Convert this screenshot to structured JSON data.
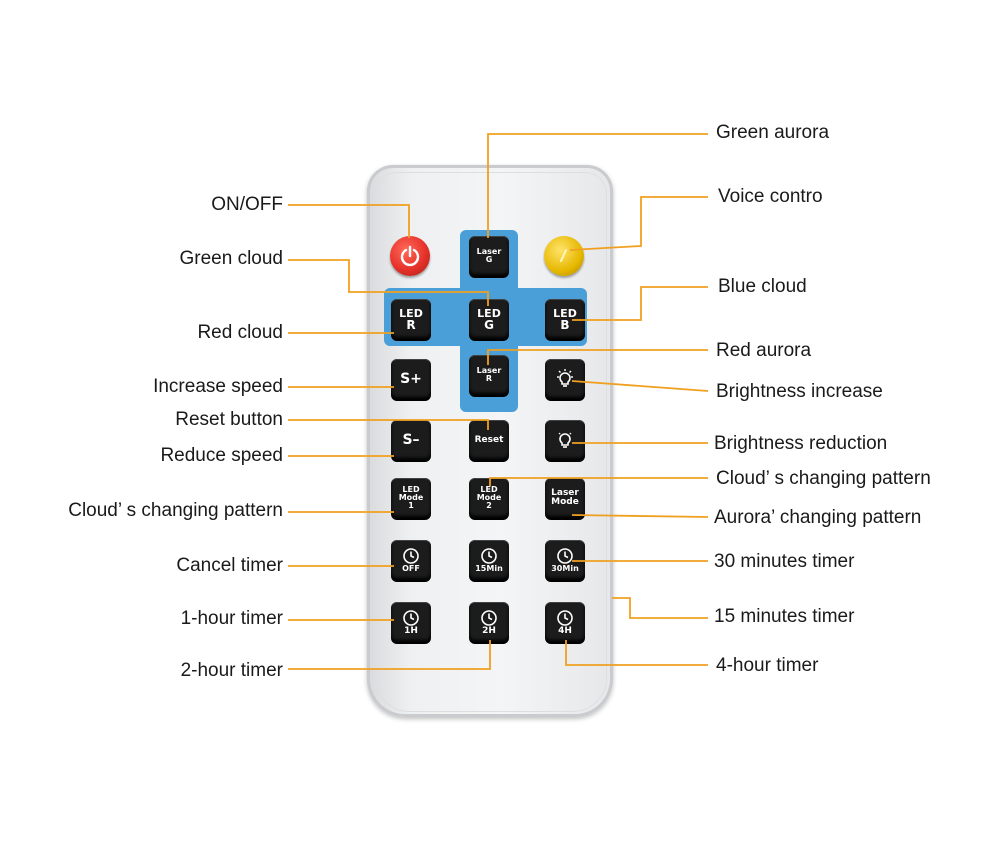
{
  "colors": {
    "leader_line": "#f0a020",
    "dpad": "#4a9fd8",
    "key": "#1c1c1c",
    "onoff": "#e6322a",
    "voice": "#e6b800"
  },
  "keys": {
    "laser_g": [
      "Laser",
      "G"
    ],
    "led_r": [
      "LED",
      "R"
    ],
    "led_g": [
      "LED",
      "G"
    ],
    "led_b": [
      "LED",
      "B"
    ],
    "s_plus": "S+",
    "laser_r": [
      "Laser",
      "R"
    ],
    "s_minus": "S–",
    "reset": "Reset",
    "led_mode1": [
      "LED",
      "Mode",
      "1"
    ],
    "led_mode2": [
      "LED",
      "Mode",
      "2"
    ],
    "laser_mode": [
      "Laser",
      "Mode"
    ],
    "timer_off": "OFF",
    "timer_15": "15Min",
    "timer_30": "30Min",
    "timer_1h": "1H",
    "timer_2h": "2H",
    "timer_4h": "4H",
    "icons": {
      "onoff": "power-icon",
      "voice": "voice-icon",
      "bright_up": "bulb-bright-icon",
      "bright_down": "bulb-dim-icon",
      "timer": "clock-icon"
    }
  },
  "labels_left": {
    "on_off": "ON/OFF",
    "green_cloud": "Green cloud",
    "red_cloud": "Red cloud",
    "increase_speed": "Increase speed",
    "reset_button": "Reset button",
    "reduce_speed": "Reduce speed",
    "cloud_pattern": "Cloud’ s changing pattern",
    "cancel_timer": "Cancel timer",
    "hour1_timer": "1-hour timer",
    "hour2_timer": "2-hour timer"
  },
  "labels_right": {
    "green_aurora": "Green aurora",
    "voice_control": "Voice contro",
    "blue_cloud": "Blue cloud",
    "red_aurora": "Red aurora",
    "brightness_increase": "Brightness increase",
    "brightness_reduction": "Brightness reduction",
    "cloud_pattern": "Cloud’ s changing pattern",
    "aurora_pattern": "Aurora’ changing pattern",
    "min30_timer": "30 minutes timer",
    "min15_timer": "15 minutes timer",
    "hour4_timer": "4-hour timer"
  }
}
